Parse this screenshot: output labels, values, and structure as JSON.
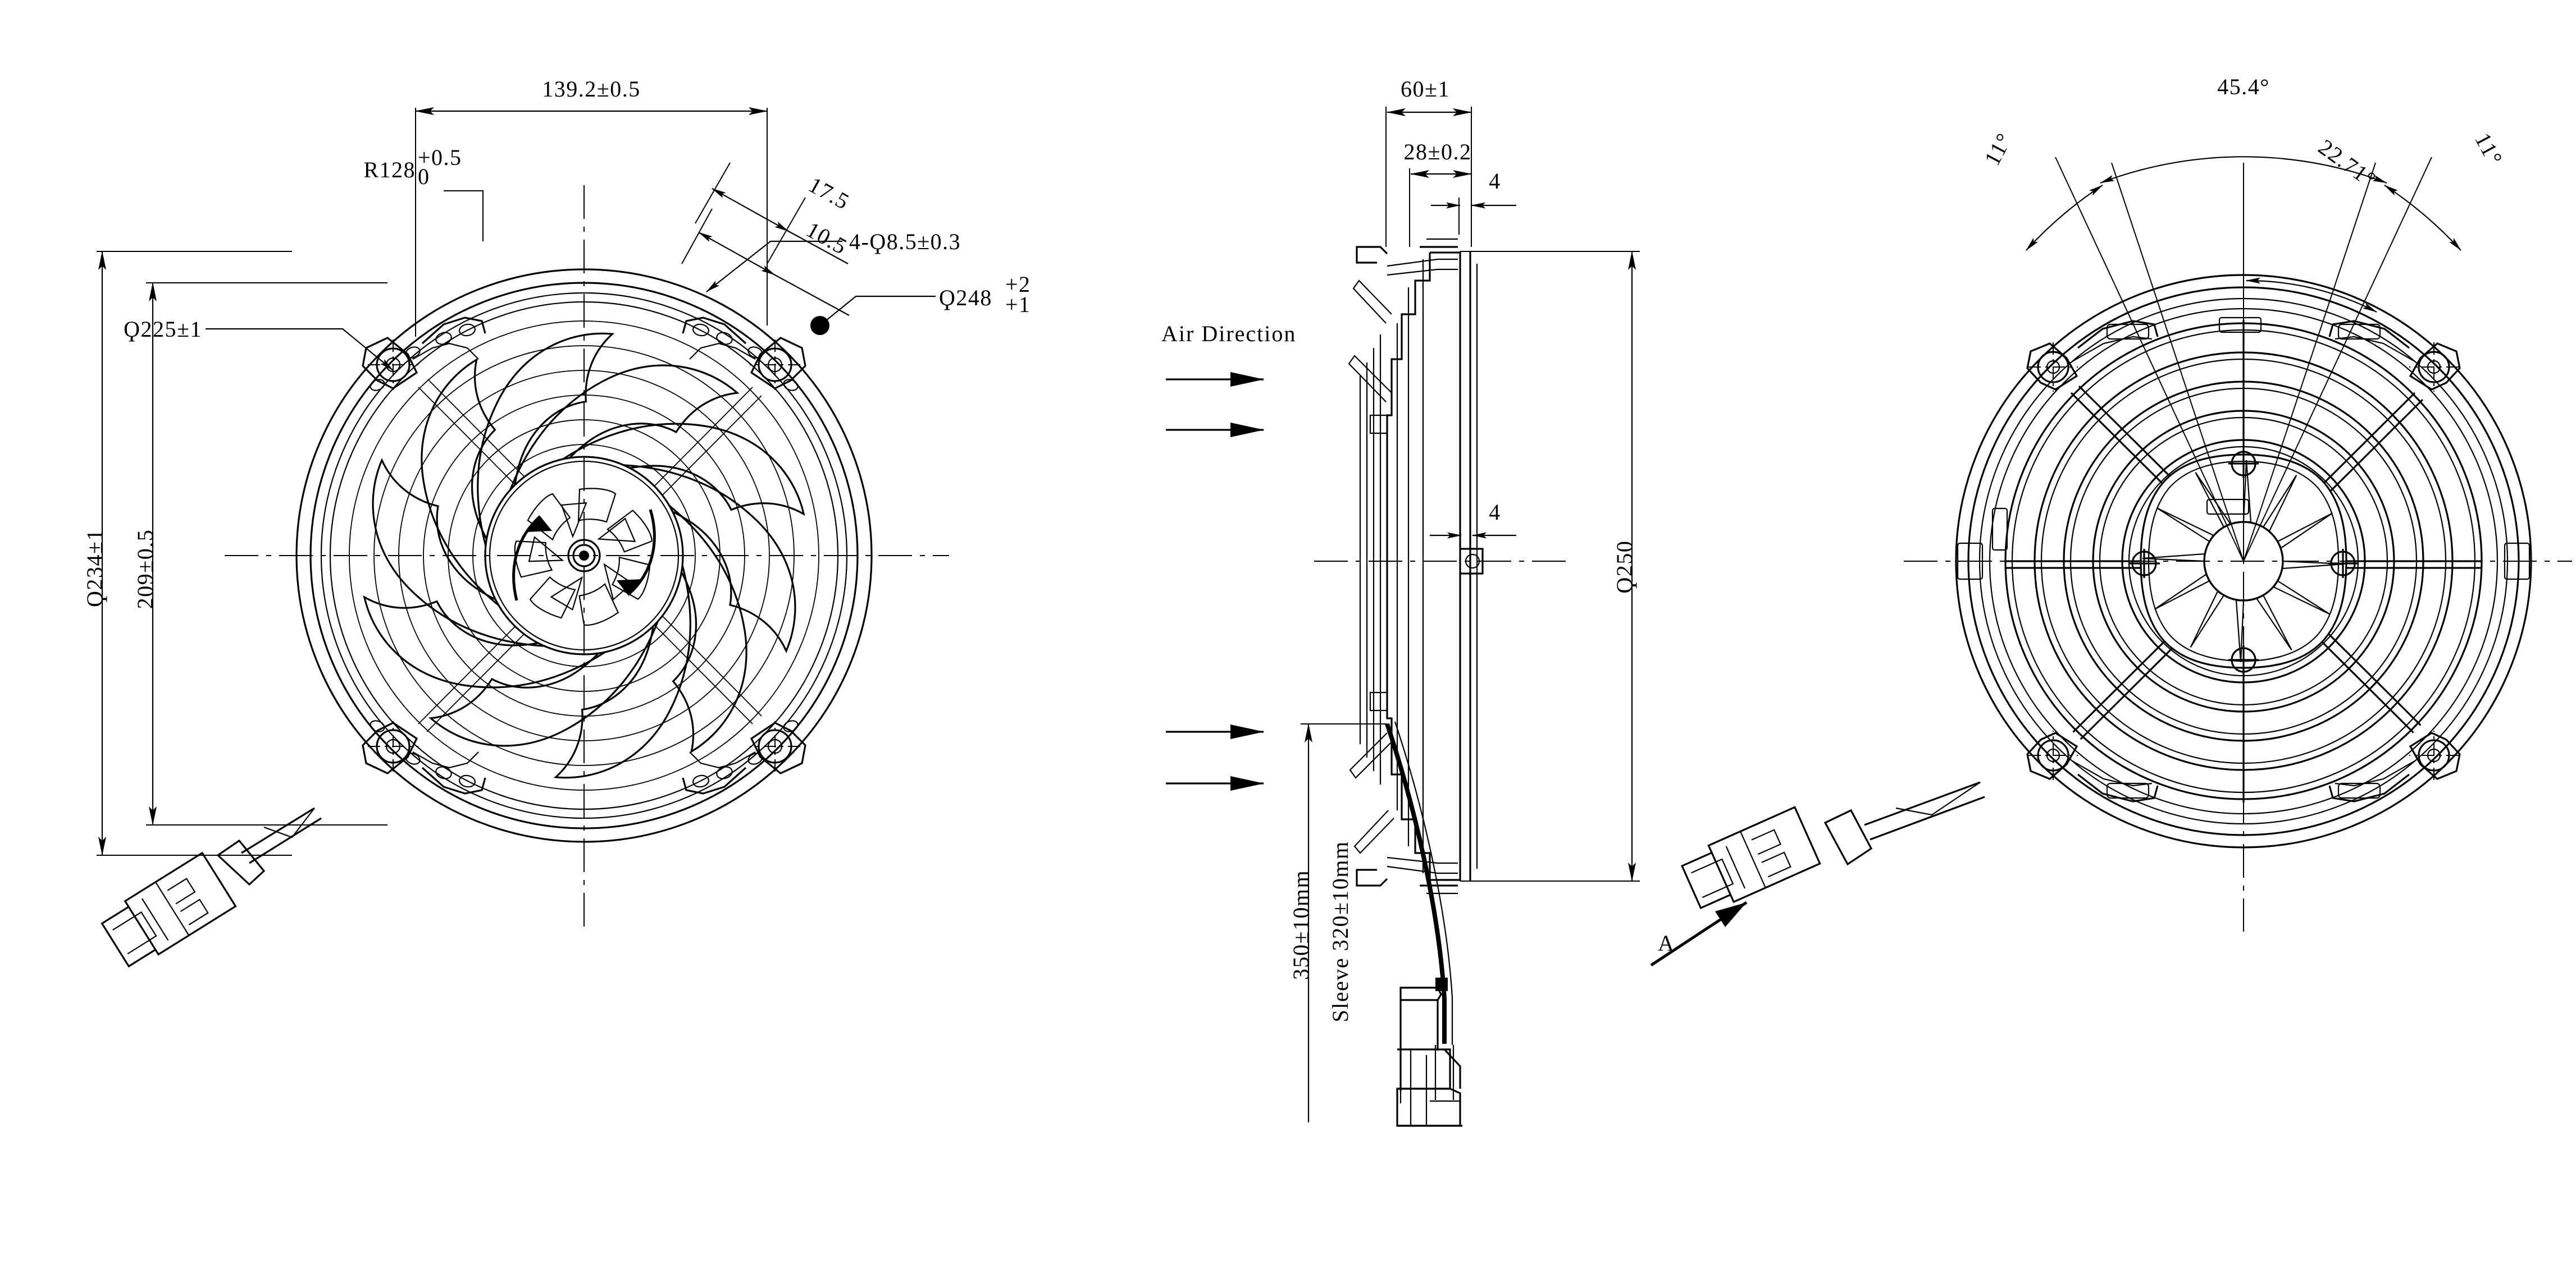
{
  "drawing": {
    "type": "engineering-drawing",
    "subject": "axial cooling fan assembly",
    "views": [
      {
        "id": "front-view",
        "name": "Front view (blade side)"
      },
      {
        "id": "side-view",
        "name": "Side / section view"
      },
      {
        "id": "rear-view",
        "name": "Rear view (grille side)"
      }
    ]
  },
  "front_view": {
    "dim_width_overall": "139.2±0.5",
    "dim_radius": "R128",
    "dim_radius_tol_upper": "+0.5",
    "dim_radius_tol_lower": "0",
    "dim_tab_a": "17.5",
    "dim_tab_b": "10.5",
    "dim_holes": "4-Ϙ8.5±0.3",
    "dim_outer_diameter": "Ϙ248",
    "dim_outer_diameter_tol_upper": "+2",
    "dim_outer_diameter_tol_lower": "+1",
    "dim_height_overall": "Ϙ234±1",
    "dim_height_mount": "209±0.5",
    "dim_blade_diameter": "Ϙ225±1"
  },
  "side_view": {
    "dim_depth_overall": "60±1",
    "dim_depth_inner": "28±0.2",
    "dim_step_top": "4",
    "dim_step_mid": "4",
    "dim_diameter": "Ϙ250",
    "air_direction_label": "Air Direction",
    "dim_lead_length": "350±10mm",
    "dim_sleeve_length": "Sleeve 320±10mm"
  },
  "rear_view": {
    "dim_angle_span": "45.4°",
    "dim_angle_left": "11°",
    "dim_angle_right": "11°",
    "dim_angle_center": "22.71°",
    "section_marker": "A"
  },
  "colors": {
    "line": "#000000",
    "background": "#ffffff"
  }
}
